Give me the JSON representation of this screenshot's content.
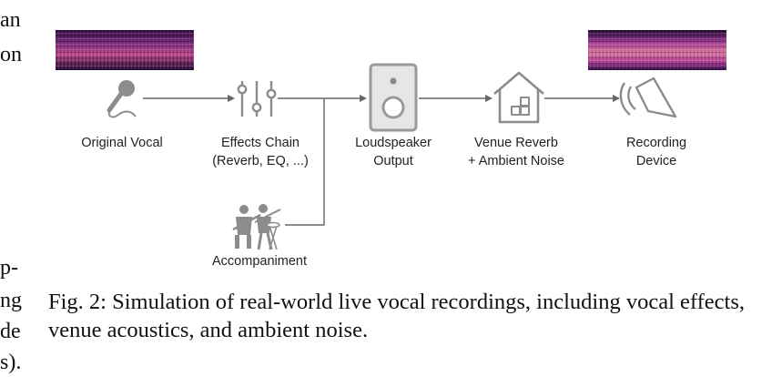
{
  "left_column": {
    "fragments": [
      "an",
      "on",
      "p-",
      "ng",
      "de",
      "s)."
    ]
  },
  "diagram": {
    "stages": [
      {
        "line1": "Original Vocal",
        "line2": ""
      },
      {
        "line1": "Effects Chain",
        "line2": "(Reverb, EQ, ...)"
      },
      {
        "line1": "Loudspeaker",
        "line2": "Output"
      },
      {
        "line1": "Venue Reverb",
        "line2": "+ Ambient Noise"
      },
      {
        "line1": "Recording",
        "line2": "Device"
      }
    ],
    "accompaniment_label": "Accompaniment",
    "colors": {
      "icon": "#8c8c8c",
      "line": "#666666",
      "speaker_fill": "#e8e8e8",
      "speaker_stroke": "#9a9a9a"
    }
  },
  "caption": {
    "text": "Fig. 2: Simulation of real-world live vocal recordings, including vocal effects, venue acoustics, and ambient noise."
  }
}
